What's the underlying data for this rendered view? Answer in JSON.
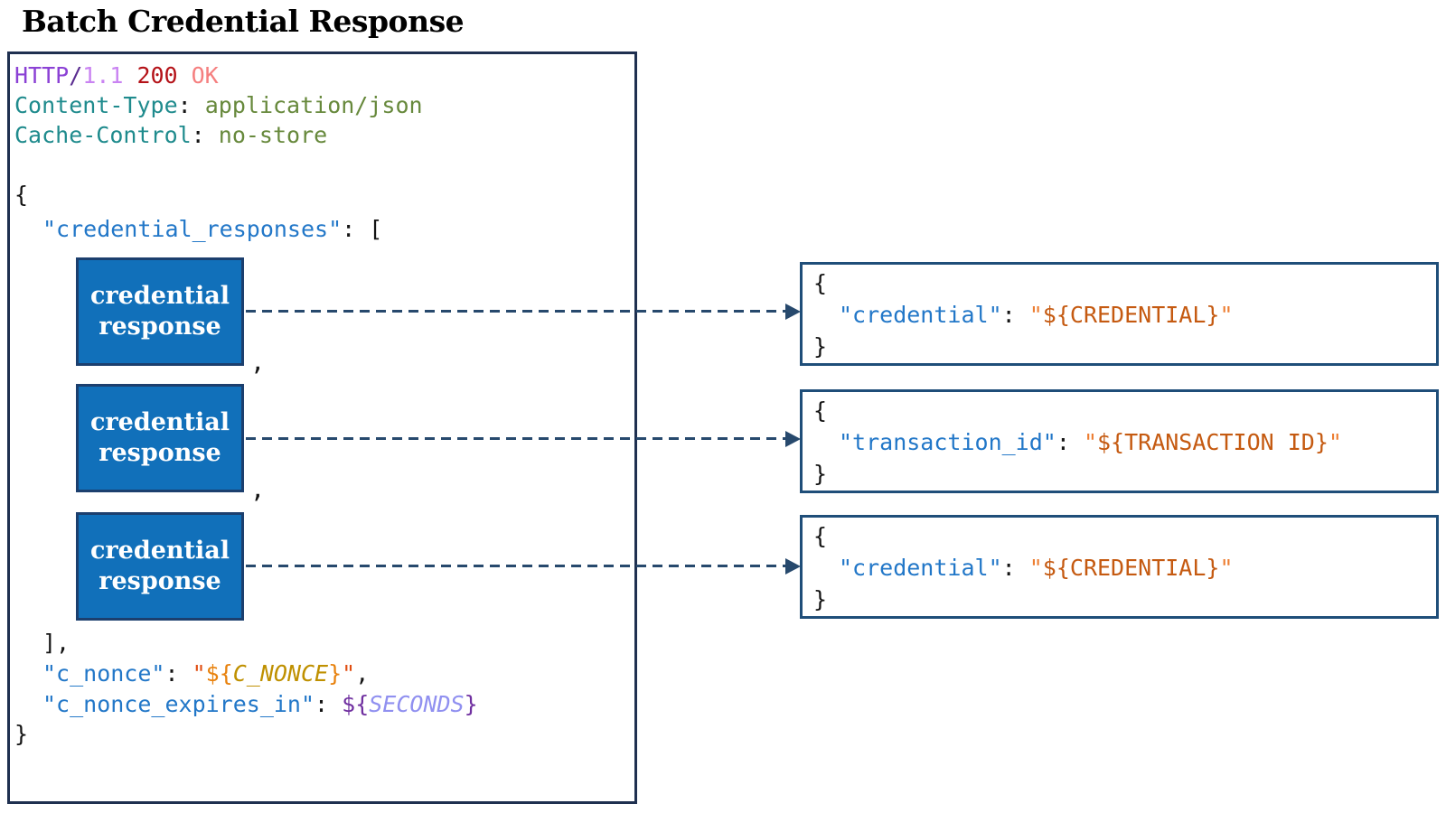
{
  "title": "Batch Credential Response",
  "colors": {
    "ink": "#141414",
    "box_border": "#1f3050",
    "detail_border": "#1f4e79",
    "arrow": "#27496d",
    "blue_fill": "#1170ba",
    "cred_border": "#1c3f6e",
    "key_blue": "#2277c8",
    "proto_purple": "#8b41d5",
    "slash_purple": "#5a2c90",
    "version_lilac": "#c983f2",
    "status_dark_red": "#b41117",
    "reason_salmon": "#f57f7f",
    "header_teal": "#1f8b8d",
    "header_value_olive": "#67893c",
    "orange_light": "#ed7d31",
    "orange_dark": "#c55a11",
    "red_orange": "#e04e12",
    "brace_orange": "#e8820e",
    "gold": "#bf9000",
    "purple_dark": "#7030a0",
    "purple_light": "#9090f0"
  },
  "http_response": {
    "status": {
      "protocol": "HTTP",
      "slash": "/",
      "version": "1.1",
      "code": "200",
      "reason": "OK"
    },
    "headers": [
      {
        "name": "Content-Type",
        "sep": ": ",
        "value": "application/json"
      },
      {
        "name": "Cache-Control",
        "sep": ": ",
        "value": "no-store"
      }
    ],
    "body": {
      "open": "{",
      "array_key": "\"credential_responses\"",
      "array_sep": ": ",
      "array_open": "[",
      "array_close": "],",
      "nonce": {
        "key": "\"c_nonce\"",
        "sep": ": ",
        "open_quote": "\"",
        "dollar_brace": "${",
        "var": "C_NONCE",
        "close_brace": "}",
        "close_quote": "\"",
        "comma": ","
      },
      "expires": {
        "key": "\"c_nonce_expires_in\"",
        "sep": ": ",
        "dollar_brace": "${",
        "var": "SECONDS",
        "close_brace": "}"
      },
      "close": "}"
    }
  },
  "credential_items": [
    {
      "line1": "credential",
      "line2": "response",
      "trailing_comma": ","
    },
    {
      "line1": "credential",
      "line2": "response",
      "trailing_comma": ","
    },
    {
      "line1": "credential",
      "line2": "response",
      "trailing_comma": ""
    }
  ],
  "detail_boxes": [
    {
      "open": "{",
      "key": "\"credential\"",
      "sep": ": ",
      "open_quote": "\"",
      "expr": "${CREDENTIAL}",
      "close_quote": "\"",
      "close": "}"
    },
    {
      "open": "{",
      "key": "\"transaction_id\"",
      "sep": ": ",
      "open_quote": "\"",
      "expr": "${TRANSACTION ID}",
      "close_quote": "\"",
      "close": "}"
    },
    {
      "open": "{",
      "key": "\"credential\"",
      "sep": ": ",
      "open_quote": "\"",
      "expr": "${CREDENTIAL}",
      "close_quote": "\"",
      "close": "}"
    }
  ]
}
